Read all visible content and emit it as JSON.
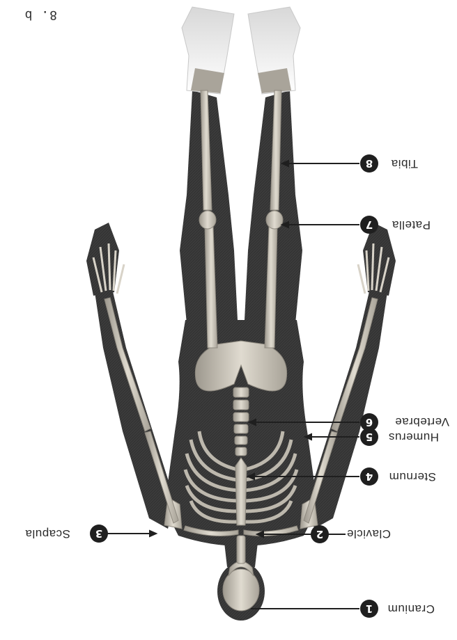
{
  "figure_label": "8. b",
  "labels": [
    {
      "num": "1",
      "text": "Cranium"
    },
    {
      "num": "2",
      "text": "Clavicle"
    },
    {
      "num": "3",
      "text": "Scapula"
    },
    {
      "num": "4",
      "text": "Sternum"
    },
    {
      "num": "5",
      "text": "Humerus"
    },
    {
      "num": "6",
      "text": "Vertebrae"
    },
    {
      "num": "7",
      "text": "Patella"
    },
    {
      "num": "8",
      "text": "Tibia"
    }
  ],
  "colors": {
    "body": "#3a3a3a",
    "bone": "#cfcac0",
    "bone_shade": "#9b968c",
    "callout": "#1f1f1f"
  }
}
